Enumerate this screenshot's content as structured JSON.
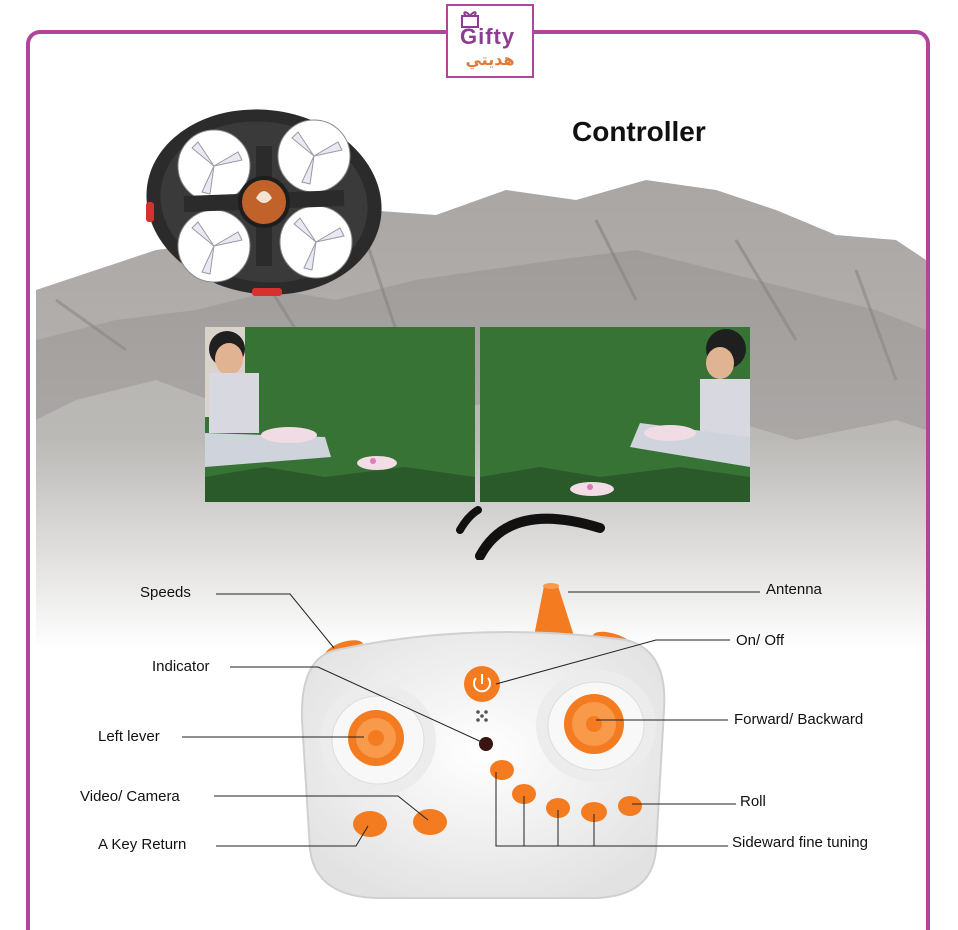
{
  "logo": {
    "latin": "Gifty",
    "arabic": "هديتي"
  },
  "title": "Controller",
  "labels": {
    "speeds": "Speeds",
    "indicator": "Indicator",
    "left_lever": "Left lever",
    "video_camera": "Video/ Camera",
    "a_key_return": "A Key Return",
    "antenna": "Antenna",
    "on_off": "On/ Off",
    "forward_backward": "Forward/ Backward",
    "roll": "Roll",
    "sideward_fine_tuning": "Sideward fine tuning"
  },
  "colors": {
    "frame": "#b0469a",
    "orange": "#f47b20",
    "remote_body": "#f4f4f4"
  },
  "icons": [
    "power-icon",
    "drone-image",
    "remote-control-image"
  ]
}
